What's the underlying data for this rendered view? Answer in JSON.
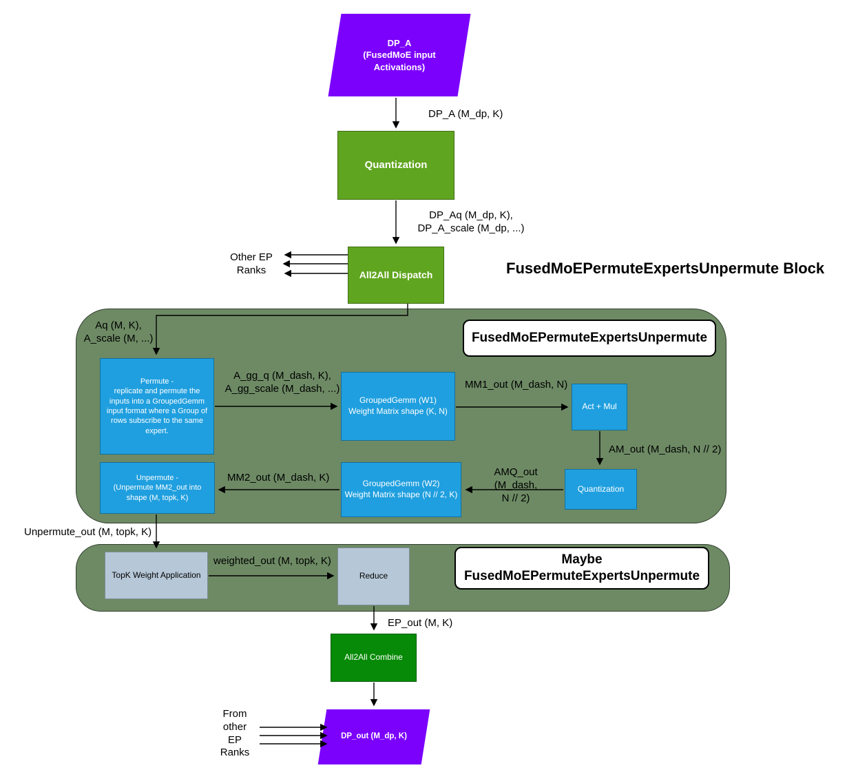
{
  "diagram": {
    "block_title": "FusedMoEPermuteExpertsUnpermute Block",
    "colors": {
      "purple": "#7b00fc",
      "green": "#60a51f",
      "container_green": "#6d8a64",
      "blue": "#1f9fdf",
      "steel": "#b6c7d8",
      "dark_green": "#078a07"
    },
    "nodes": {
      "dp_a": "DP_A\n(FusedMoE input\nActivations)",
      "quantization_top": "Quantization",
      "all2all_dispatch": "All2All Dispatch",
      "permute": "Permute -\nreplicate and permute the\ninputs into a GroupedGemm\ninput format where a Group of\nrows subscribe to the same\nexpert.",
      "grouped_gemm_w1": "GroupedGemm (W1)\nWeight Matrix shape (K, N)",
      "act_mul": "Act + Mul",
      "quantization_inner": "Quantization",
      "grouped_gemm_w2": "GroupedGemm (W2)\nWeight Matrix shape (N // 2, K)",
      "unpermute": "Unpermute -\n(Unpermute MM2_out  into\nshape (M, topk, K)",
      "topk_weight_application": "TopK Weight Application",
      "reduce": "Reduce",
      "all2all_combine": "All2All Combine",
      "dp_out": "DP_out (M_dp, K)"
    },
    "containers": {
      "inner_label": "FusedMoEPermuteExpertsUnpermute",
      "maybe_label": "Maybe\nFusedMoEPermuteExpertsUnpermute"
    },
    "edge_labels": {
      "dp_a_to_quant": "DP_A (M_dp, K)",
      "quant_to_dispatch": "DP_Aq (M_dp, K),\nDP_A_scale (M_dp, ...)",
      "other_ep_ranks": "Other EP\nRanks",
      "dispatch_to_permute": "Aq (M, K),\nA_scale (M, ...)",
      "permute_to_w1": "A_gg_q (M_dash, K),\nA_gg_scale (M_dash, ...)",
      "w1_to_actmul": "MM1_out (M_dash, N)",
      "actmul_to_quant": "AM_out (M_dash, N // 2)",
      "quant_to_w2": "AMQ_out (M_dash,\nN // 2)",
      "w2_to_unpermute": "MM2_out (M_dash, K)",
      "unpermute_out": "Unpermute_out (M, topk, K)",
      "topk_to_reduce": "weighted_out (M, topk, K)",
      "reduce_out": "EP_out (M, K)",
      "from_other_ep_ranks": "From\nother\nEP\nRanks"
    }
  }
}
